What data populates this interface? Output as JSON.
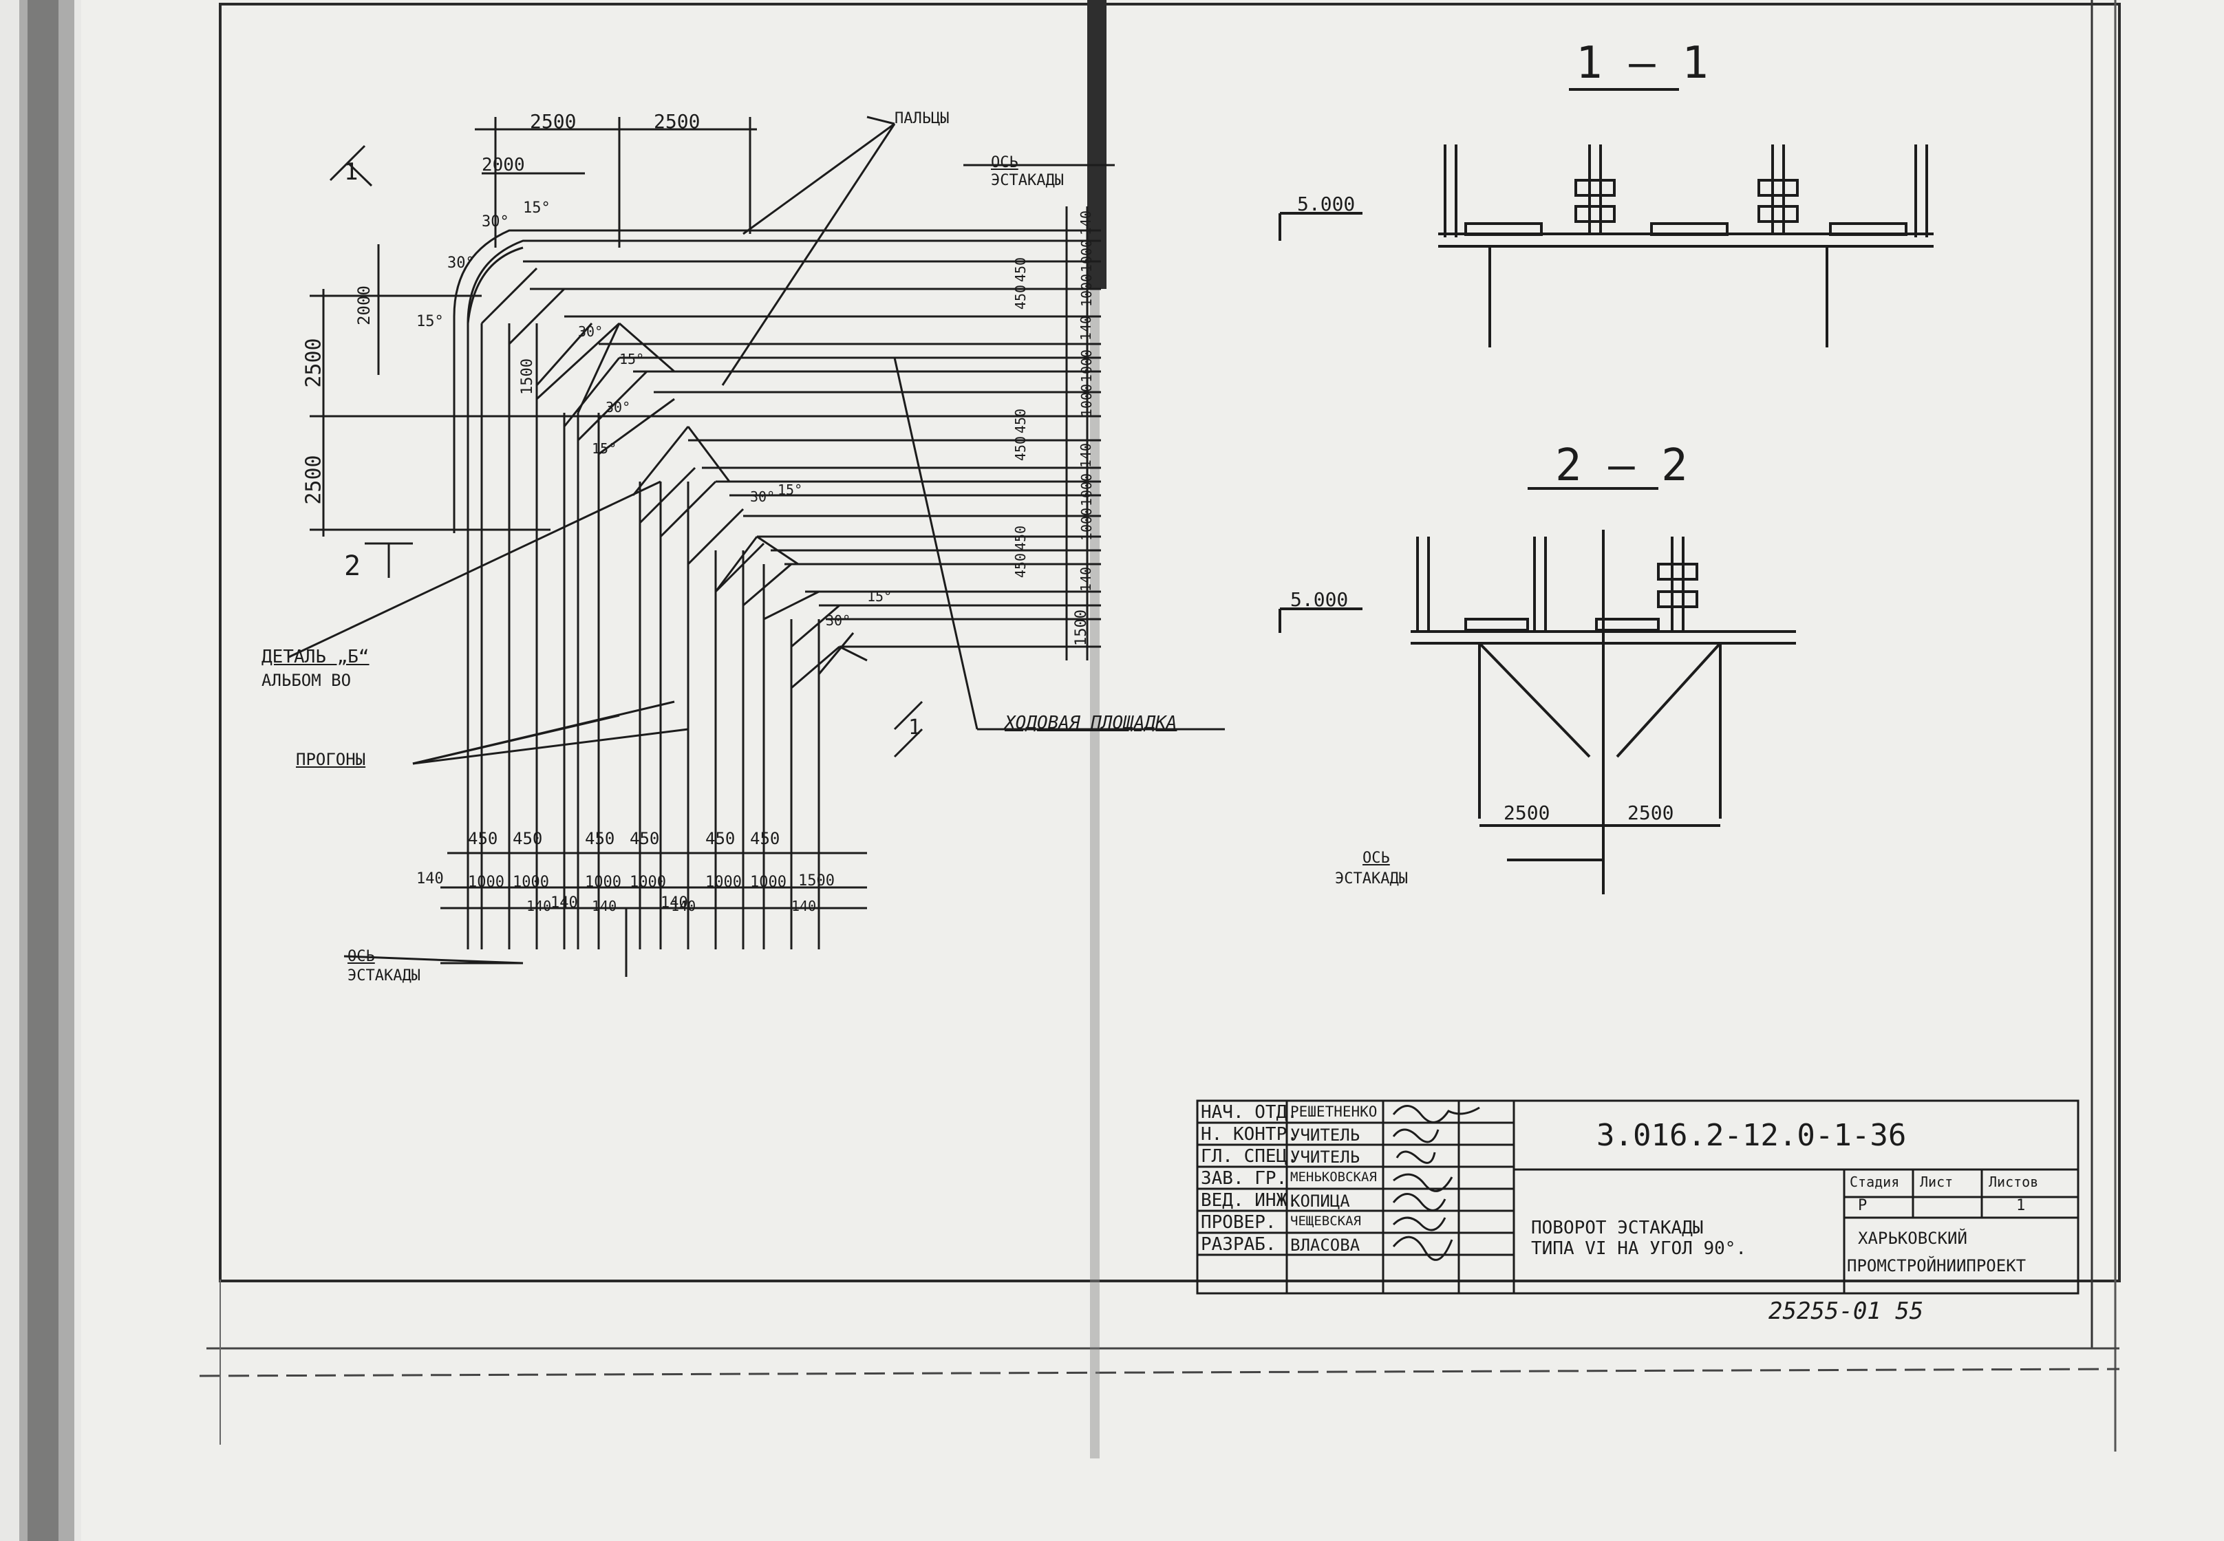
{
  "plan": {
    "top_dims": [
      "2500",
      "2500",
      "2000"
    ],
    "left_dims": [
      "2500",
      "2500",
      "2000",
      "1500"
    ],
    "right_dims": [
      "140",
      "1000",
      "1000",
      "450",
      "450",
      "140",
      "1000",
      "1000",
      "450",
      "450",
      "140",
      "1000",
      "1000",
      "450",
      "450",
      "140",
      "1500"
    ],
    "bottom_dims_row1": [
      "450",
      "450",
      "450",
      "450",
      "450",
      "450"
    ],
    "bottom_dims_row2": [
      "140",
      "1000",
      "1000",
      "140",
      "1000",
      "1000",
      "140",
      "1000",
      "1000",
      "1500"
    ],
    "bottom_dims_row3": [
      "140",
      "140",
      "140",
      "140"
    ],
    "angles": [
      "30°",
      "15°",
      "30°",
      "15°",
      "30°",
      "15°",
      "30°",
      "15°",
      "30°",
      "15°",
      "30°",
      "15°"
    ],
    "section_mark": "1",
    "section_mark_2": "2",
    "leader_palcy": "ПАЛЬЦЫ",
    "leader_os_top": [
      "ОСЬ",
      "ЭСТАКАДЫ"
    ],
    "leader_detail": [
      "ДЕТАЛЬ „Б“",
      "АЛЬБОМ ВО"
    ],
    "leader_progony": "ПРОГОНЫ",
    "leader_khodovaya": "ХОДОВАЯ ПЛОЩАДКА",
    "leader_os_bottom": [
      "ОСЬ",
      "ЭСТАКАДЫ"
    ]
  },
  "section_1": {
    "title": "1 — 1",
    "elevation": "5.000"
  },
  "section_2": {
    "title": "2 — 2",
    "elevation": "5.000",
    "dims": [
      "2500",
      "2500"
    ],
    "axis": [
      "ОСЬ",
      "ЭСТАКАДЫ"
    ]
  },
  "title_block": {
    "roles": [
      "НАЧ. ОТД.",
      "Н. КОНТР.",
      "ГЛ. СПЕЦ.",
      "ЗАВ. ГР.",
      "ВЕД. ИНЖ.",
      "ПРОВЕР.",
      "РАЗРАБ."
    ],
    "names": [
      "РЕШЕТНЕНКО",
      "УЧИТЕЛЬ",
      "УЧИТЕЛЬ",
      "МЕНЬКОВСКАЯ",
      "КОПИЦА",
      "ЧЕЩЕВСКАЯ",
      "ВЛАСОВА"
    ],
    "code": "3.016.2-12.0-1-36",
    "description": [
      "ПОВОРОТ ЭСТАКАДЫ",
      "ТИПА VI НА УГОЛ 90°."
    ],
    "stage_headers": [
      "Стадия",
      "Лист",
      "Листов"
    ],
    "stage_values": [
      "Р",
      "",
      "1"
    ],
    "org": [
      "ХАРЬКОВСКИЙ",
      "ПРОМСТРОЙНИИПРОЕКТ"
    ],
    "inventory": "25255-01  55"
  },
  "colors": {
    "paper": "#efefec",
    "ink": "#1c1c1c",
    "fold": "#3a3a3a",
    "margin": "#6a6a6a"
  }
}
